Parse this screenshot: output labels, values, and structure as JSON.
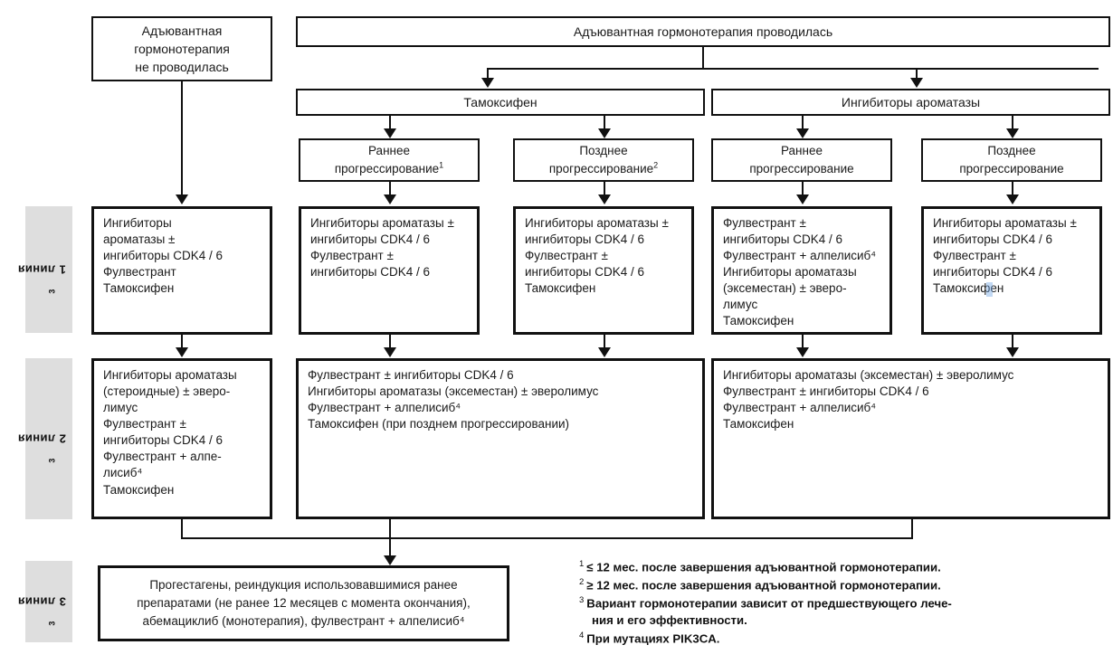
{
  "diagram": {
    "title_hidden": "",
    "stages": [
      {
        "label": "1 линия",
        "mark": "3"
      },
      {
        "label": "2 линия",
        "mark": "3"
      },
      {
        "label": "3 линия",
        "mark": "3"
      }
    ],
    "nodes": {
      "no_adjuvant": "Адъювантная\nгормонотерапия\nне проводилась",
      "adjuvant_done": "Адъювантная гормонотерапия проводилась",
      "tamoxifen": "Тамоксифен",
      "ai": "Ингибиторы ароматазы",
      "tam_early": "Раннее\nпрогрессирование",
      "tam_early_mark": "1",
      "tam_late": "Позднее\nпрогрессирование",
      "tam_late_mark": "2",
      "ai_early": "Раннее\nпрогрессирование",
      "ai_late": "Позднее\nпрогрессирование",
      "l1_no_adjuvant": "Ингибиторы\nароматазы ±\nингибиторы CDK4 / 6\nФулвестрант\nТамоксифен",
      "l1_tam_early": "Ингибиторы ароматазы ±\nингибиторы CDK4 / 6\nФулвестрант ±\nингибиторы CDK4 / 6",
      "l1_tam_late": "Ингибиторы ароматазы ±\nингибиторы CDK4 / 6\nФулвестрант ±\nингибиторы CDK4 / 6\nТамоксифен",
      "l1_ai_early": "Фулвестрант ±\nингибиторы CDK4 / 6\nФулвестрант + алпелисиб⁴\nИнгибиторы ароматазы\n(эксеместан) ± эверо-\nлимус\nТамоксифен",
      "l1_ai_late": "Ингибиторы ароматазы ±\nингибиторы CDK4 / 6\nФулвестрант ±\nингибиторы CDK4 / 6\nТамоксифен",
      "l2_no_adjuvant": "Ингибиторы ароматазы\n(стероидные) ± эверо-\nлимус\nФулвестрант ±\nингибиторы CDK4 / 6\nФулвестрант + алпе-\nлисиб⁴\nТамоксифен",
      "l2_tam": "Фулвестрант ± ингибиторы CDK4 / 6\nИнгибиторы ароматазы (эксеместан) ± эверолимус\nФулвестрант + алпелисиб⁴\nТамоксифен (при позднем прогрессировании)",
      "l2_ai": "Ингибиторы ароматазы (эксеместан) ± эверолимус\nФулвестрант ± ингибиторы CDK4 / 6\nФулвестрант + алпелисиб⁴\nТамоксифен",
      "l3_all": "Прогестагены, реиндукция использовавшимися ранее\nпрепаратами (не ранее 12 месяцев с момента окончания),\nабемациклиб (монотерапия), фулвестрант + алпелисиб⁴"
    },
    "footnotes": [
      {
        "mark": "1",
        "text": "≤ 12 мес. после завершения адъювантной гормонотерапии."
      },
      {
        "mark": "2",
        "text": "≥ 12 мес. после завершения адъювантной гормонотерапии."
      },
      {
        "mark": "3",
        "text": "Вариант гормонотерапии зависит от предшествующего лече-\nния и его эффективности."
      },
      {
        "mark": "4",
        "text": "При мутациях PIK3CA."
      }
    ],
    "colors": {
      "border": "#111111",
      "stage_background": "#dedede",
      "page_background": "#ffffff",
      "text": "#1a1a1a"
    }
  }
}
